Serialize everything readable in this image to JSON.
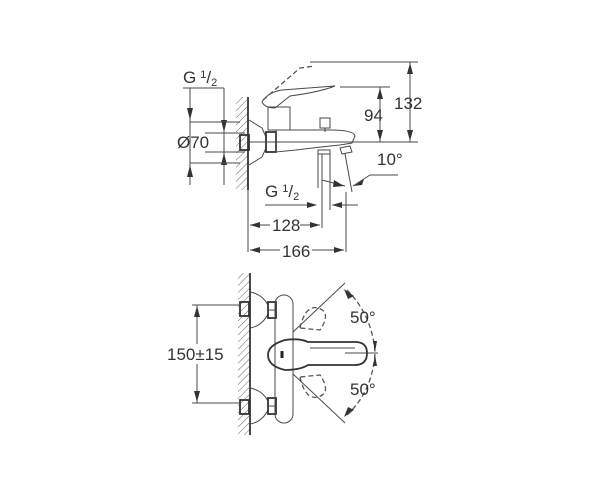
{
  "drawing": {
    "title": "Wall-mounted bath mixer dimensional drawing",
    "line_color": "#333333",
    "background": "#ffffff",
    "side_view": {
      "labels": {
        "inlet_thread": {
          "main": "G",
          "fraction_num": "1",
          "fraction_den": "2"
        },
        "rosette_diameter": "Ø70",
        "height_to_lever": "94",
        "total_height": "132",
        "spout_angle": "10°",
        "outlet_thread": {
          "main": "G",
          "fraction_num": "1",
          "fraction_den": "2"
        },
        "projection_to_outlet": "128",
        "total_projection": "166"
      }
    },
    "front_view": {
      "labels": {
        "center_distance": "150±15",
        "rotation_up": "50°",
        "rotation_down": "50°"
      }
    }
  }
}
